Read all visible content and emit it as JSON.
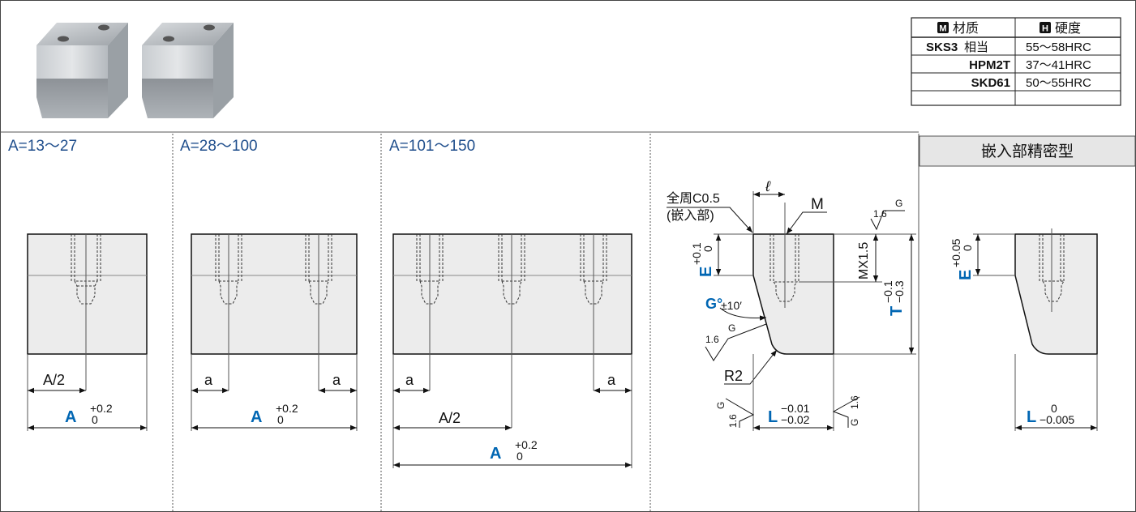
{
  "material_table": {
    "headers": [
      {
        "icon": "M",
        "label": "材质"
      },
      {
        "icon": "H",
        "label": "硬度"
      }
    ],
    "rows": [
      {
        "material": "SKS3",
        "material_suffix": "相当",
        "hardness": "55～58HRC"
      },
      {
        "material": "HPM2T",
        "material_suffix": "",
        "hardness": "37～41HRC"
      },
      {
        "material": "SKD61",
        "material_suffix": "",
        "hardness": "50～55HRC"
      }
    ]
  },
  "panels": [
    {
      "range": "A=13～27",
      "dims": [
        "A/2",
        "A"
      ],
      "tol": [
        "+0.2",
        "0"
      ]
    },
    {
      "range": "A=28～100",
      "dims": [
        "a",
        "a",
        "A"
      ],
      "tol": [
        "+0.2",
        "0"
      ]
    },
    {
      "range": "A=101～150",
      "dims": [
        "a",
        "a",
        "A/2",
        "A"
      ],
      "tol": [
        "+0.2",
        "0"
      ]
    }
  ],
  "side_view": {
    "chamfer_note_1": "全周C0.5",
    "chamfer_note_2": "(嵌入部)",
    "ell": "ℓ",
    "m": "M",
    "e": "E",
    "e_tol": [
      "+0.1",
      "0"
    ],
    "mx": "MX1.5",
    "t": "T",
    "t_tol": [
      "−0.1",
      "−0.3"
    ],
    "g_deg": "G°",
    "g_tol": "±10′",
    "r2": "R2",
    "l": "L",
    "l_tol": [
      "−0.01",
      "−0.02"
    ],
    "rough": "1.6",
    "g": "G"
  },
  "precision_view": {
    "title": "嵌入部精密型",
    "e": "E",
    "e_tol": [
      "+0.05",
      "0"
    ],
    "l": "L",
    "l_tol": [
      "0",
      "−0.005"
    ]
  }
}
